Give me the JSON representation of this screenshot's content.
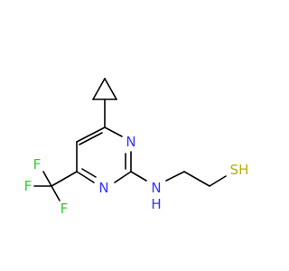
{
  "molecule": {
    "atoms": {
      "n_ring_upper": {
        "symbol": "N"
      },
      "n_ring_lower": {
        "symbol": "N"
      },
      "nh_amine": {
        "symbol": "NH",
        "main": "N",
        "sub": "H"
      },
      "sh_thiol": {
        "symbol": "SH"
      },
      "f_top": {
        "symbol": "F"
      },
      "f_left": {
        "symbol": "F"
      },
      "f_bottom": {
        "symbol": "F"
      }
    }
  },
  "colors": {
    "bond": "#000000",
    "nitrogen": "#3333ff",
    "sulfur": "#b2b200",
    "fluorine": "#33cc33"
  }
}
